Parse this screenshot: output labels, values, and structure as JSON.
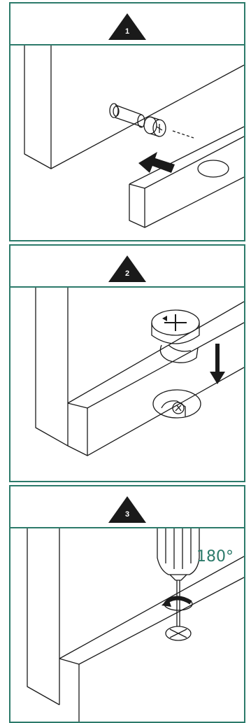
{
  "steps": [
    {
      "number": "1"
    },
    {
      "number": "2"
    },
    {
      "number": "3",
      "rotation_label": "180°"
    }
  ],
  "colors": {
    "frame": "#2c7a6a",
    "ink": "#1a1a1a",
    "badge": "#1a1a1a"
  },
  "icons": [
    "warning-triangle-badge",
    "push-arrow",
    "down-arrow",
    "rotation-arrow",
    "screwdriver"
  ]
}
